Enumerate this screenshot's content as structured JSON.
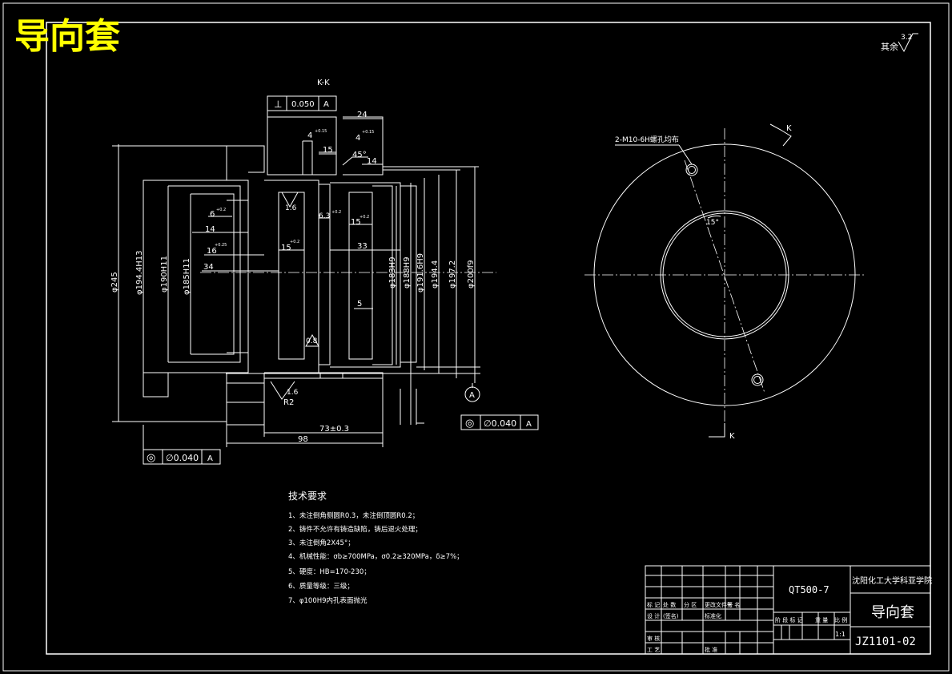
{
  "title_overlay": "导向套",
  "surface_note": {
    "label": "其余",
    "roughness": "3.2"
  },
  "section_label": "K-K",
  "geometric_tolerances": {
    "perpendicularity": {
      "symbol": "⊥",
      "value": "0.050",
      "datum": "A"
    },
    "concentricity_right": {
      "symbol": "◎",
      "value": "∅0.040",
      "datum": "A"
    },
    "concentricity_left": {
      "symbol": "◎",
      "value": "∅0.040",
      "datum": "A"
    }
  },
  "datum_marker": "A",
  "dimensions": {
    "d24": "24",
    "d15_top": "15",
    "d4_left": "4",
    "d4_left_tol": "+0.15",
    "d4_right": "4",
    "d4_right_tol": "+0.15",
    "d45": "45°",
    "d14_top": "14",
    "d6": "6",
    "d6_tol": "+0.2",
    "d14": "14",
    "d16": "16",
    "d16_tol": "+0.25",
    "d34": "34",
    "d15_mid": "15",
    "d15_mid_tol": "+0.2",
    "d6_3": "6.3",
    "d6_3_tol": "+0.2",
    "d15_right": "15",
    "d15_right_tol": "+0.2",
    "d33": "33",
    "d5": "5",
    "d73": "73±0.3",
    "d98": "98",
    "r2": "R2",
    "phi245": "φ245",
    "phi194_4": "φ194.4H13",
    "phi190": "φ190H11",
    "phi185": "φ185H11",
    "phi183": "φ183H9",
    "phi188": "φ188H9",
    "phi191_6": "φ191.6H9",
    "phi194_4b": "φ194.4",
    "phi197_2": "φ197.2",
    "phi200": "φ200f9",
    "rough_1_6_a": "1.6",
    "rough_1_6_b": "1.6",
    "rough_0_8": "0.8"
  },
  "end_view": {
    "hole_note": "2-M10-6H螺孔均布",
    "angle": "15°",
    "cut_label_top": "K",
    "cut_label_bottom": "K"
  },
  "tech_requirements": {
    "heading": "技术要求",
    "items": [
      "1、未注倒角侧圆R0.3，未注倒顶圆R0.2；",
      "2、铸件不允许有铸造缺陷，铸后退火处理；",
      "3、未注倒角2X45°；",
      "4、机械性能：σb≥700MPa，σ0.2≥320MPa，δ≥7%；",
      "5、硬度：HB=170-230；",
      "6、质量等级：三级；",
      "7、φ100H9内孔表面抛光"
    ]
  },
  "title_block": {
    "material": "QT500-7",
    "school": "沈阳化工大学科亚学院",
    "part_name": "导向套",
    "drawing_no": "JZ1101-02",
    "scale": "1:1",
    "row_labels": [
      "标 记",
      "处 数",
      "分 区",
      "更改文件号",
      "签 名"
    ],
    "design": "设 计",
    "standardization": "标准化",
    "review": "审 核",
    "process": "工 艺",
    "approve": "批 准",
    "stage_labels": [
      "阶 段 标 记",
      "重 量",
      "比 例"
    ],
    "std_sign": "(签名)"
  }
}
